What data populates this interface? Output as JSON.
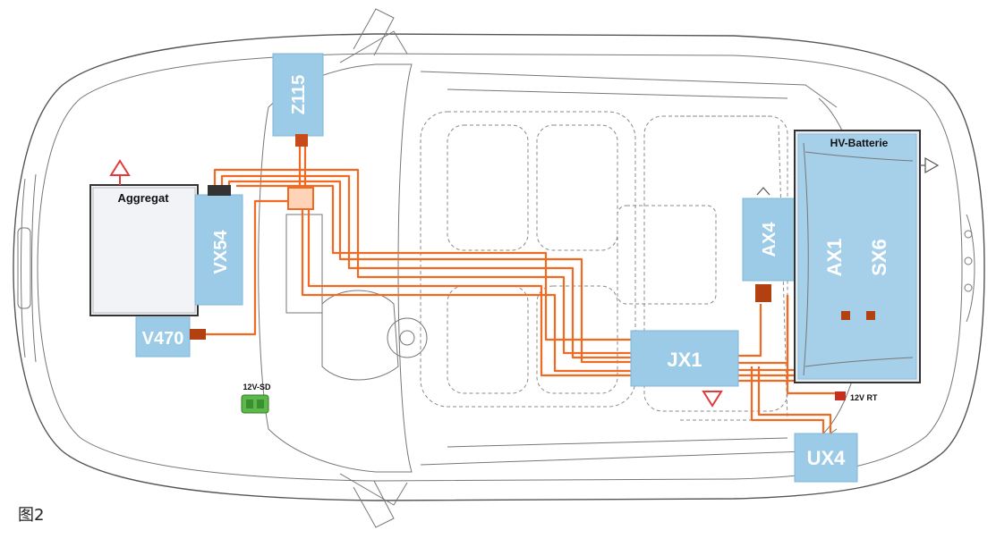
{
  "caption": "图2",
  "labels": {
    "aggregat": "Aggregat",
    "vx54": "VX54",
    "z115": "Z115",
    "v470": "V470",
    "twelve_v_sd": "12V-SD",
    "jx1": "JX1",
    "ax4": "AX4",
    "hv_batterie": "HV-Batterie",
    "ax1": "AX1",
    "sx6": "SX6",
    "twelve_v_rt": "12V RT",
    "ux4": "UX4"
  },
  "colors": {
    "component_box": "#9ccbe8",
    "hv_cable": "#f26a21",
    "warning_triangle": "#e23b3b",
    "service_disconnect": "#5cb84a"
  },
  "icons": [
    "warning-triangle-icon",
    "connector-icon"
  ]
}
